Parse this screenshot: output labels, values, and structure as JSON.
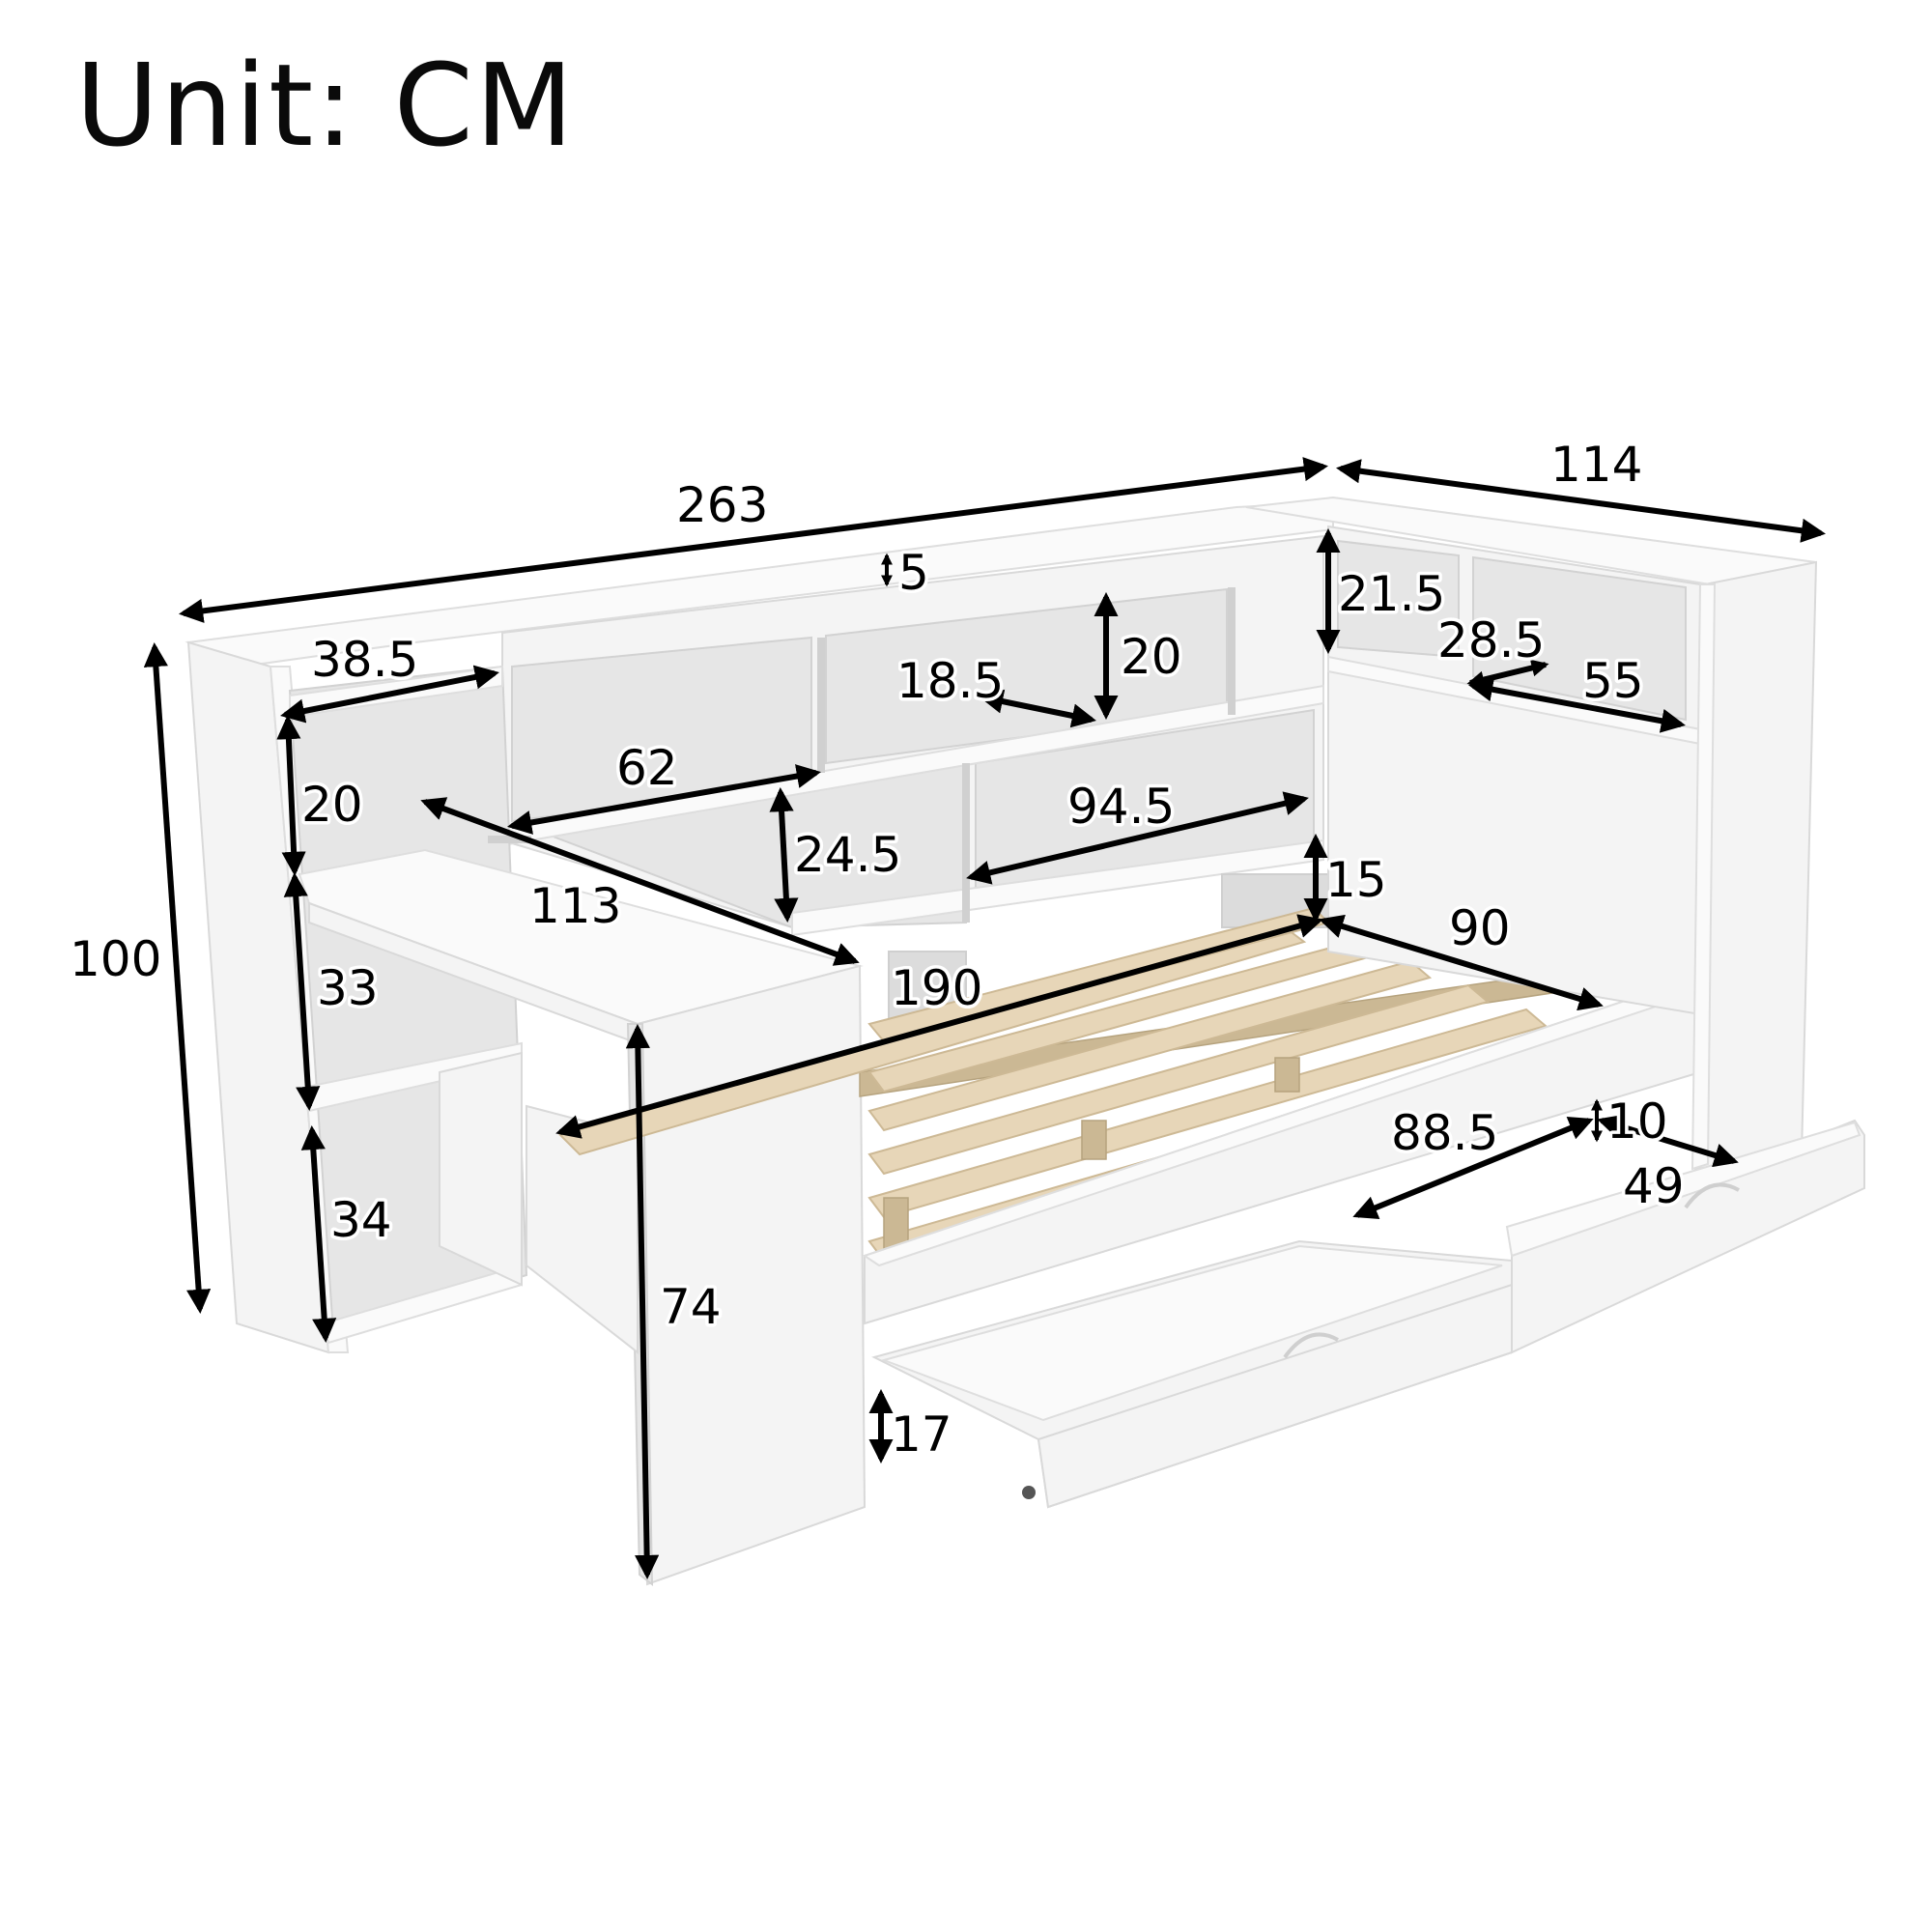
{
  "title": "Unit: CM",
  "product": "Daybed with L-shaped bookshelf headboard, desk and two under-bed drawers",
  "colors": {
    "furniture": "#f4f4f4",
    "slats": "#e7d6b8",
    "annotation": "#000000",
    "background": "#ffffff"
  },
  "dimensions": {
    "overall_length": "263",
    "overall_side_depth": "114",
    "overall_height": "100",
    "top_lip_height": "5",
    "top_left_cubby_width": "38.5",
    "left_upper_shelf_height": "20",
    "left_middle_shelf_height": "33",
    "left_lower_shelf_height": "34",
    "upper_shelf_height": "20",
    "upper_shelf_depth": "18.5",
    "shelf_width_left": "62",
    "shelf_height_middle": "24.5",
    "shelf_width_right": "94.5",
    "desk_length": "113",
    "desk_height": "74",
    "mattress_length": "190",
    "mattress_width": "90",
    "side_shelf_height": "21.5",
    "side_shelf_depth": "28.5",
    "side_shelf_width": "55",
    "rail_height": "15",
    "drawer_length": "88.5",
    "drawer_width": "49",
    "drawer_clearance": "10",
    "drawer_height": "17"
  }
}
